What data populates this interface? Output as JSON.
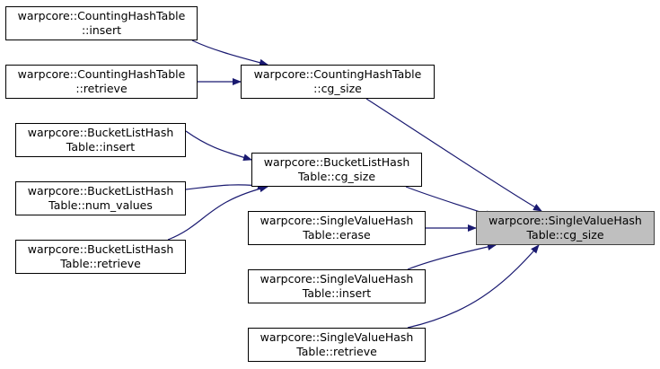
{
  "colors": {
    "edge": "#191970",
    "highlight_fill": "#bfbfbf",
    "node_border": "#000000"
  },
  "nodes": {
    "cht_insert": {
      "line1": "warpcore::CountingHashTable",
      "line2": "::insert"
    },
    "cht_retrieve": {
      "line1": "warpcore::CountingHashTable",
      "line2": "::retrieve"
    },
    "cht_cgsize": {
      "line1": "warpcore::CountingHashTable",
      "line2": "::cg_size"
    },
    "blht_insert": {
      "line1": "warpcore::BucketListHash",
      "line2": "Table::insert"
    },
    "blht_numvalues": {
      "line1": "warpcore::BucketListHash",
      "line2": "Table::num_values"
    },
    "blht_retrieve": {
      "line1": "warpcore::BucketListHash",
      "line2": "Table::retrieve"
    },
    "blht_cgsize": {
      "line1": "warpcore::BucketListHash",
      "line2": "Table::cg_size"
    },
    "svht_erase": {
      "line1": "warpcore::SingleValueHash",
      "line2": "Table::erase"
    },
    "svht_insert": {
      "line1": "warpcore::SingleValueHash",
      "line2": "Table::insert"
    },
    "svht_retrieve": {
      "line1": "warpcore::SingleValueHash",
      "line2": "Table::retrieve"
    },
    "svht_cgsize": {
      "line1": "warpcore::SingleValueHash",
      "line2": "Table::cg_size"
    }
  },
  "edges": [
    {
      "from": "cht_insert",
      "to": "cht_cgsize"
    },
    {
      "from": "cht_retrieve",
      "to": "cht_cgsize"
    },
    {
      "from": "cht_cgsize",
      "to": "svht_cgsize"
    },
    {
      "from": "blht_insert",
      "to": "blht_cgsize"
    },
    {
      "from": "blht_numvalues",
      "to": "blht_cgsize"
    },
    {
      "from": "blht_retrieve",
      "to": "blht_cgsize"
    },
    {
      "from": "blht_cgsize",
      "to": "svht_cgsize"
    },
    {
      "from": "svht_erase",
      "to": "svht_cgsize"
    },
    {
      "from": "svht_insert",
      "to": "svht_cgsize"
    },
    {
      "from": "svht_retrieve",
      "to": "svht_cgsize"
    }
  ]
}
